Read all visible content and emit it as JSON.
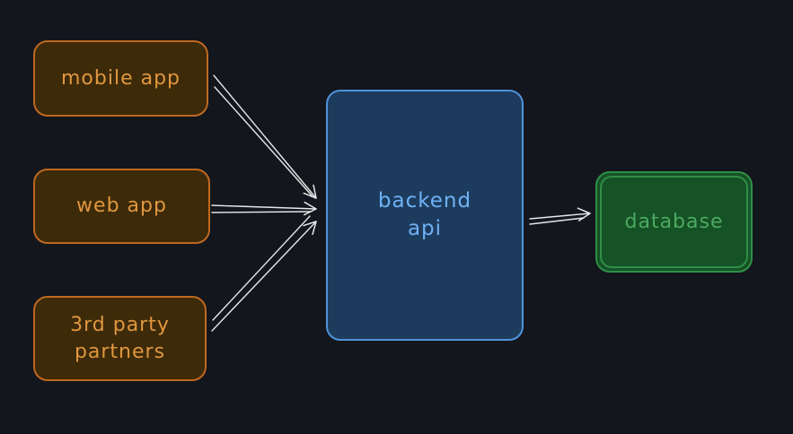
{
  "diagram": {
    "background": "#13161d",
    "arrow_color": "#e7e7e7",
    "nodes": [
      {
        "id": "mobile-app",
        "lines": [
          "mobile app"
        ],
        "stroke": "#c06820",
        "fill": "#3d2a08",
        "text_color": "#e09740"
      },
      {
        "id": "web-app",
        "lines": [
          "web app"
        ],
        "stroke": "#c06820",
        "fill": "#3d2a08",
        "text_color": "#e09740"
      },
      {
        "id": "3rd-party-partners",
        "lines": [
          "3rd party",
          "partners"
        ],
        "stroke": "#c06820",
        "fill": "#3d2a08",
        "text_color": "#e09740"
      },
      {
        "id": "backend-api",
        "lines": [
          "backend",
          "api"
        ],
        "stroke": "#4e93d9",
        "fill": "#1d3c5d",
        "text_color": "#6fb1f5"
      },
      {
        "id": "database",
        "lines": [
          "database"
        ],
        "stroke": "#2f8f47",
        "fill": "#155226",
        "text_color": "#4da95f"
      }
    ],
    "edges": [
      {
        "from": "mobile app",
        "to": "backend api"
      },
      {
        "from": "web app",
        "to": "backend api"
      },
      {
        "from": "3rd party partners",
        "to": "backend api"
      },
      {
        "from": "backend api",
        "to": "database"
      }
    ]
  }
}
